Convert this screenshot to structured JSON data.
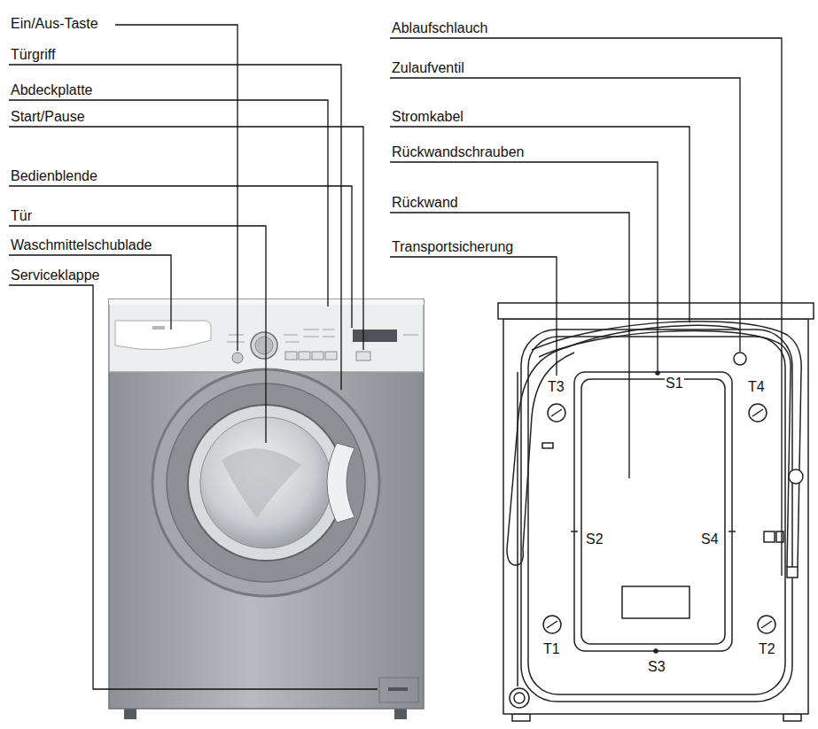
{
  "diagram": {
    "labels": [
      "Ein/Aus-Taste",
      "Türgriff",
      "Abdeckplatte",
      "Start/Pause",
      "Bedienblende",
      "Tür",
      "Waschmittelschublade",
      "Serviceklappe",
      "Ablaufschlauch",
      "Zulaufventil",
      "Stromkabel",
      "Rückwandschrauben",
      "Rückwand",
      "Transportsicherung",
      "T3",
      "S1",
      "T4",
      "S2",
      "S4",
      "T1",
      "T2",
      "S3"
    ]
  }
}
